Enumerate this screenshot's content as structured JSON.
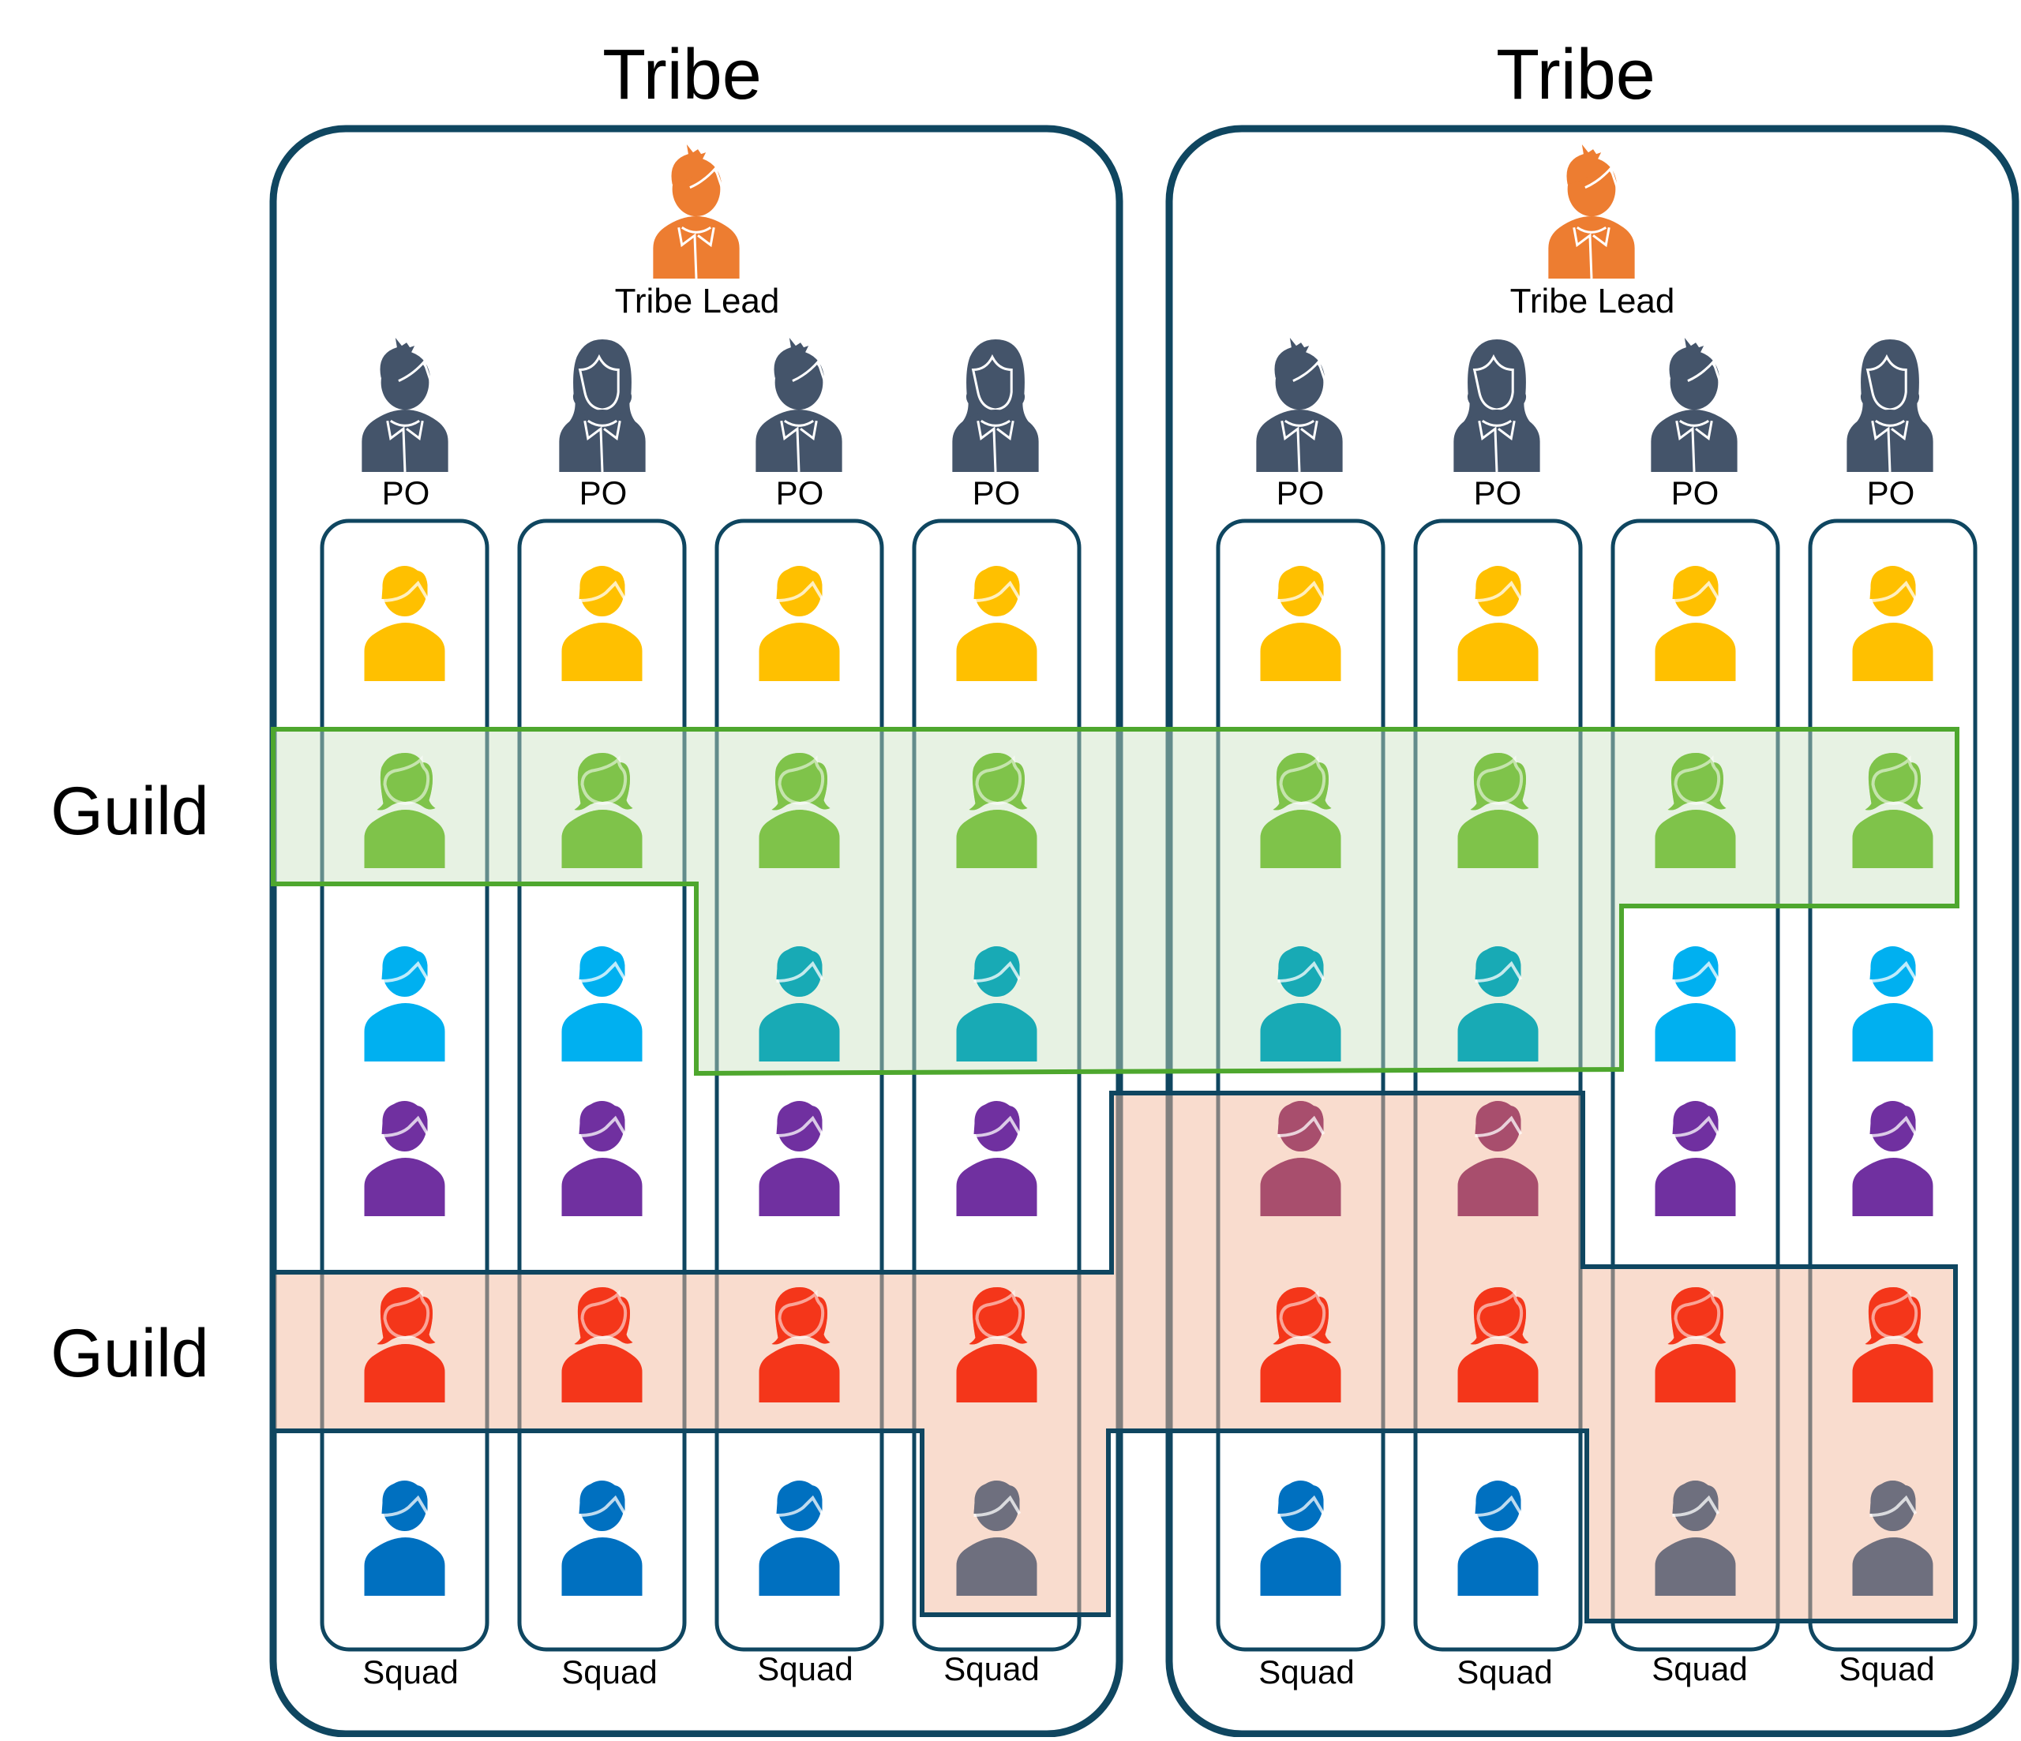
{
  "diagram": {
    "title": "Spotify model: Tribes, Squads and Guilds",
    "colors": {
      "frame": "#0f4660",
      "tribe_lead": "#ed7d31",
      "po": "#44546a",
      "rows": [
        "#ffc000",
        "#7fc34a",
        "#00b0f0",
        "#7030a0",
        "#f4361a",
        "#0070c0"
      ],
      "green_guild_fill": "#c9e3c2",
      "green_guild_stroke": "#4ea72e",
      "orange_guild_fill": "#f4b99d",
      "orange_guild_stroke": "#0f4660",
      "in_green_overlap_cyan": "#18aab5",
      "in_orange_overlap_purple": "#a84e6d",
      "in_orange_overlap_blue": "#6e6f7e"
    },
    "guild_labels": [
      "Guild",
      "Guild"
    ],
    "tribes": [
      {
        "title": "Tribe",
        "lead_label": "Tribe Lead",
        "squads": [
          {
            "po_label": "PO",
            "po_gender": "male",
            "label": "Squad"
          },
          {
            "po_label": "PO",
            "po_gender": "female",
            "label": "Squad"
          },
          {
            "po_label": "PO",
            "po_gender": "male",
            "label": "Squad"
          },
          {
            "po_label": "PO",
            "po_gender": "female",
            "label": "Squad"
          }
        ]
      },
      {
        "title": "Tribe",
        "lead_label": "Tribe Lead",
        "squads": [
          {
            "po_label": "PO",
            "po_gender": "male",
            "label": "Squad"
          },
          {
            "po_label": "PO",
            "po_gender": "female",
            "label": "Squad"
          },
          {
            "po_label": "PO",
            "po_gender": "male",
            "label": "Squad"
          },
          {
            "po_label": "PO",
            "po_gender": "female",
            "label": "Squad"
          }
        ]
      }
    ],
    "member_rows": [
      {
        "role": "member-yellow",
        "gender": "male"
      },
      {
        "role": "member-green",
        "gender": "female"
      },
      {
        "role": "member-cyan",
        "gender": "male"
      },
      {
        "role": "member-purple",
        "gender": "male"
      },
      {
        "role": "member-red",
        "gender": "female"
      },
      {
        "role": "member-blue",
        "gender": "male"
      }
    ],
    "guilds": [
      {
        "name": "green-guild",
        "label": "Guild",
        "members": {
          "row_green_all_squads": [
            1,
            2,
            3,
            4,
            5,
            6,
            7,
            8
          ],
          "row_cyan_squads": [
            3,
            4,
            5,
            6
          ]
        }
      },
      {
        "name": "orange-guild",
        "label": "Guild",
        "members": {
          "row_purple_squads": [
            5,
            6
          ],
          "row_red_all_squads": [
            1,
            2,
            3,
            4,
            5,
            6,
            7,
            8
          ],
          "row_blue_squads": [
            4,
            7,
            8
          ]
        }
      }
    ]
  }
}
